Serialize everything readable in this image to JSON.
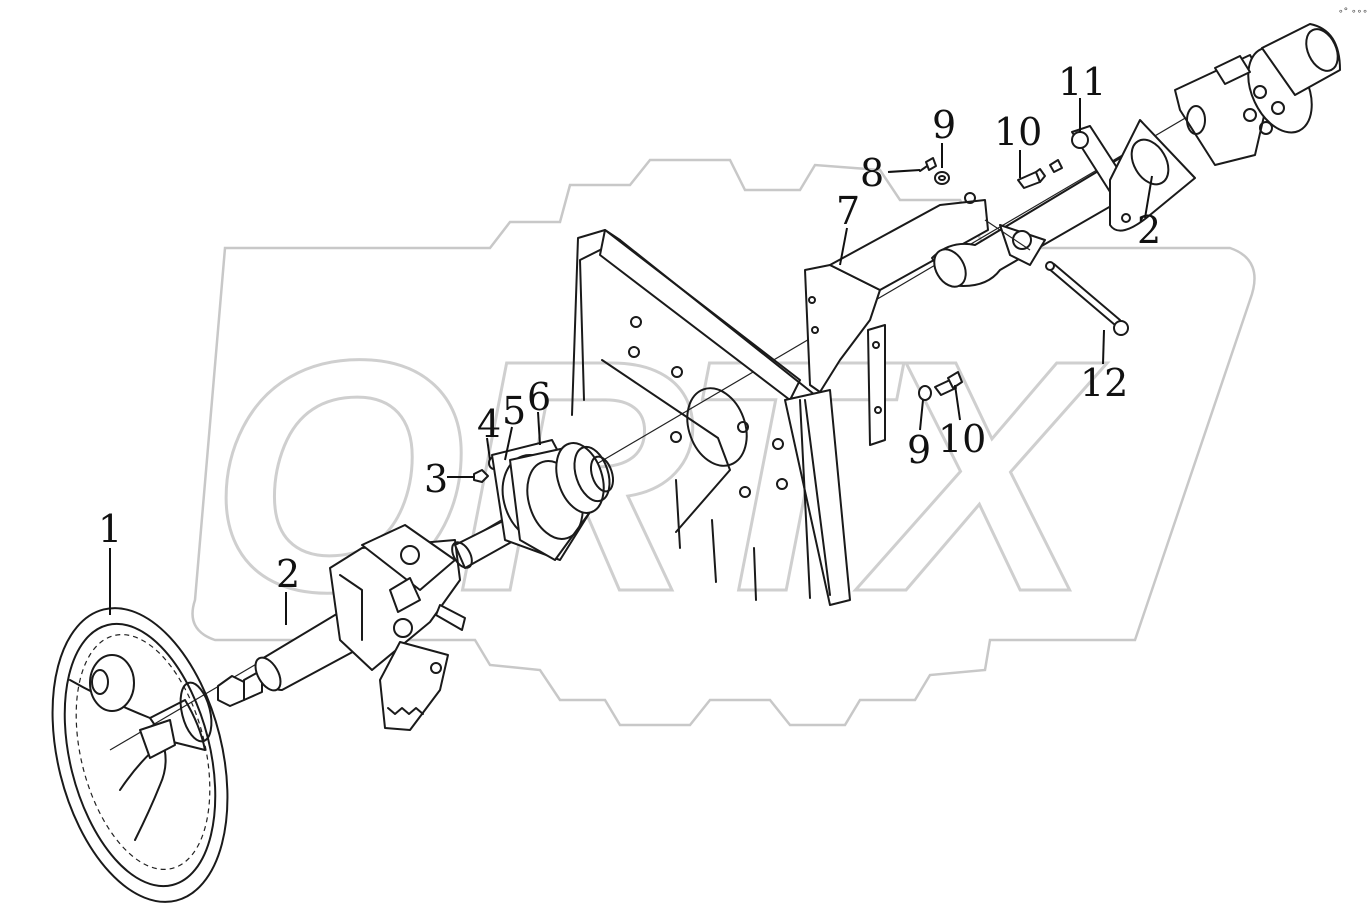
{
  "watermark": {
    "text": "ORTX"
  },
  "corner_mark": "∘° ∘∘∘",
  "callouts": [
    {
      "id": "c1",
      "label": "1"
    },
    {
      "id": "c2a",
      "label": "2"
    },
    {
      "id": "c3",
      "label": "3"
    },
    {
      "id": "c4",
      "label": "4"
    },
    {
      "id": "c5",
      "label": "5"
    },
    {
      "id": "c6",
      "label": "6"
    },
    {
      "id": "c7",
      "label": "7"
    },
    {
      "id": "c8",
      "label": "8"
    },
    {
      "id": "c9a",
      "label": "9"
    },
    {
      "id": "c10a",
      "label": "10"
    },
    {
      "id": "c11",
      "label": "11"
    },
    {
      "id": "c2b",
      "label": "2"
    },
    {
      "id": "c12",
      "label": "12"
    },
    {
      "id": "c9b",
      "label": "9"
    },
    {
      "id": "c10b",
      "label": "10"
    }
  ]
}
